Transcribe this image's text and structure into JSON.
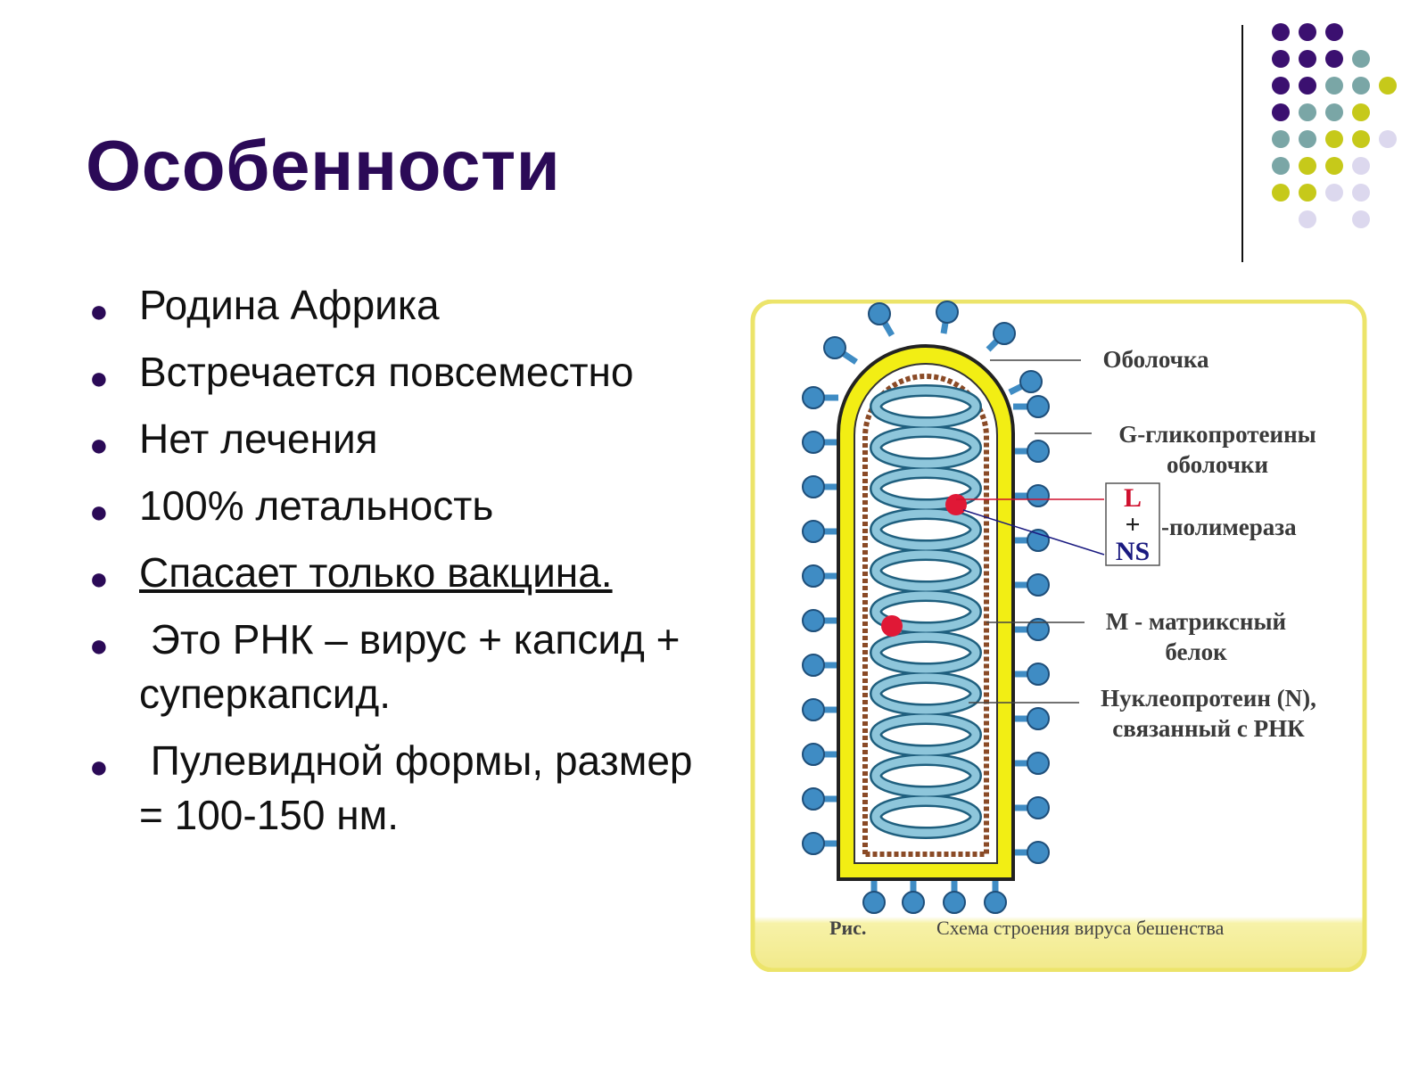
{
  "slide": {
    "title": "Особенности",
    "bullets": [
      {
        "text": "Родина Африка",
        "underline": false
      },
      {
        "text": "Встречается повсеместно",
        "underline": false
      },
      {
        "text": "Нет лечения",
        "underline": false
      },
      {
        "text": "100% летальность",
        "underline": false
      },
      {
        "text": "Спасает только вакцина.",
        "underline": true
      },
      {
        "text": " Это РНК – вирус + капсид + суперкапсид.",
        "underline": false
      },
      {
        "text": " Пулевидной формы, размер = 100-150 нм.",
        "underline": false
      }
    ]
  },
  "figure": {
    "labels": {
      "envelope": "Оболочка",
      "glycoprotein_1": "G-гликопротеины",
      "glycoprotein_2": "оболочки",
      "polymerase_l": "L",
      "polymerase_plus": "+",
      "polymerase_ns": "NS",
      "polymerase": "-полимераза",
      "matrix_1": "M - матриксный",
      "matrix_2": "белок",
      "nucleoprotein_1": "Нуклеопротеин (N),",
      "nucleoprotein_2": "связанный с РНК"
    },
    "caption_prefix": "Рис.",
    "caption": "Схема строения вируса бешенства"
  },
  "colors": {
    "title": "#2b0a57",
    "dot_purple": "#3b1070",
    "dot_teal": "#7aa6a6",
    "dot_lime": "#c6c91a",
    "dot_lavender": "#dcd8ee",
    "envelope_yellow": "#f2ee14",
    "spike_blue": "#3f8cc4",
    "helix_blue": "#7ab9cf",
    "matrix_brown": "#8a4a26",
    "polymerase_red": "#e01836"
  }
}
